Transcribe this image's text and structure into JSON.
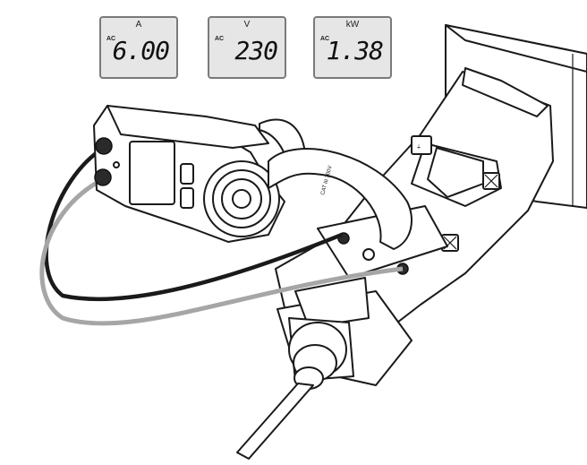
{
  "displays": [
    {
      "mode": "AC",
      "unit": "A",
      "value": "6.00"
    },
    {
      "mode": "AC",
      "unit": "V",
      "value": "230"
    },
    {
      "mode": "AC",
      "unit": "kW",
      "value": "1.38"
    }
  ],
  "adapter_labels": {
    "clamp_marking": "CAT III 300V"
  },
  "colors": {
    "lead_black": "#1a1a1a",
    "lead_gray": "#a6a6a6",
    "lcd_background": "#e6e6e6"
  }
}
